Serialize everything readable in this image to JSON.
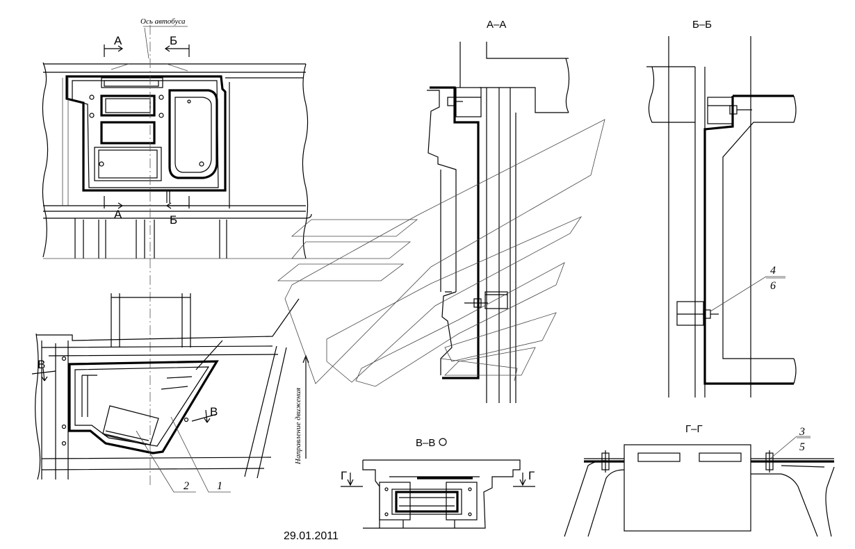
{
  "drawing": {
    "axis_label": "Ось автобуса",
    "direction_label": "Направление движения",
    "date": "29.01.2011"
  },
  "sections": {
    "aa": "А–А",
    "bb": "Б–Б",
    "vv": "В–В",
    "gg": "Г–Г"
  },
  "cut_letters": {
    "a": "А",
    "b": "Б",
    "v": "В",
    "g": "Г"
  },
  "callouts": {
    "c1": "1",
    "c2": "2",
    "c3": "3",
    "c4": "4",
    "c5": "5",
    "c6": "6"
  }
}
